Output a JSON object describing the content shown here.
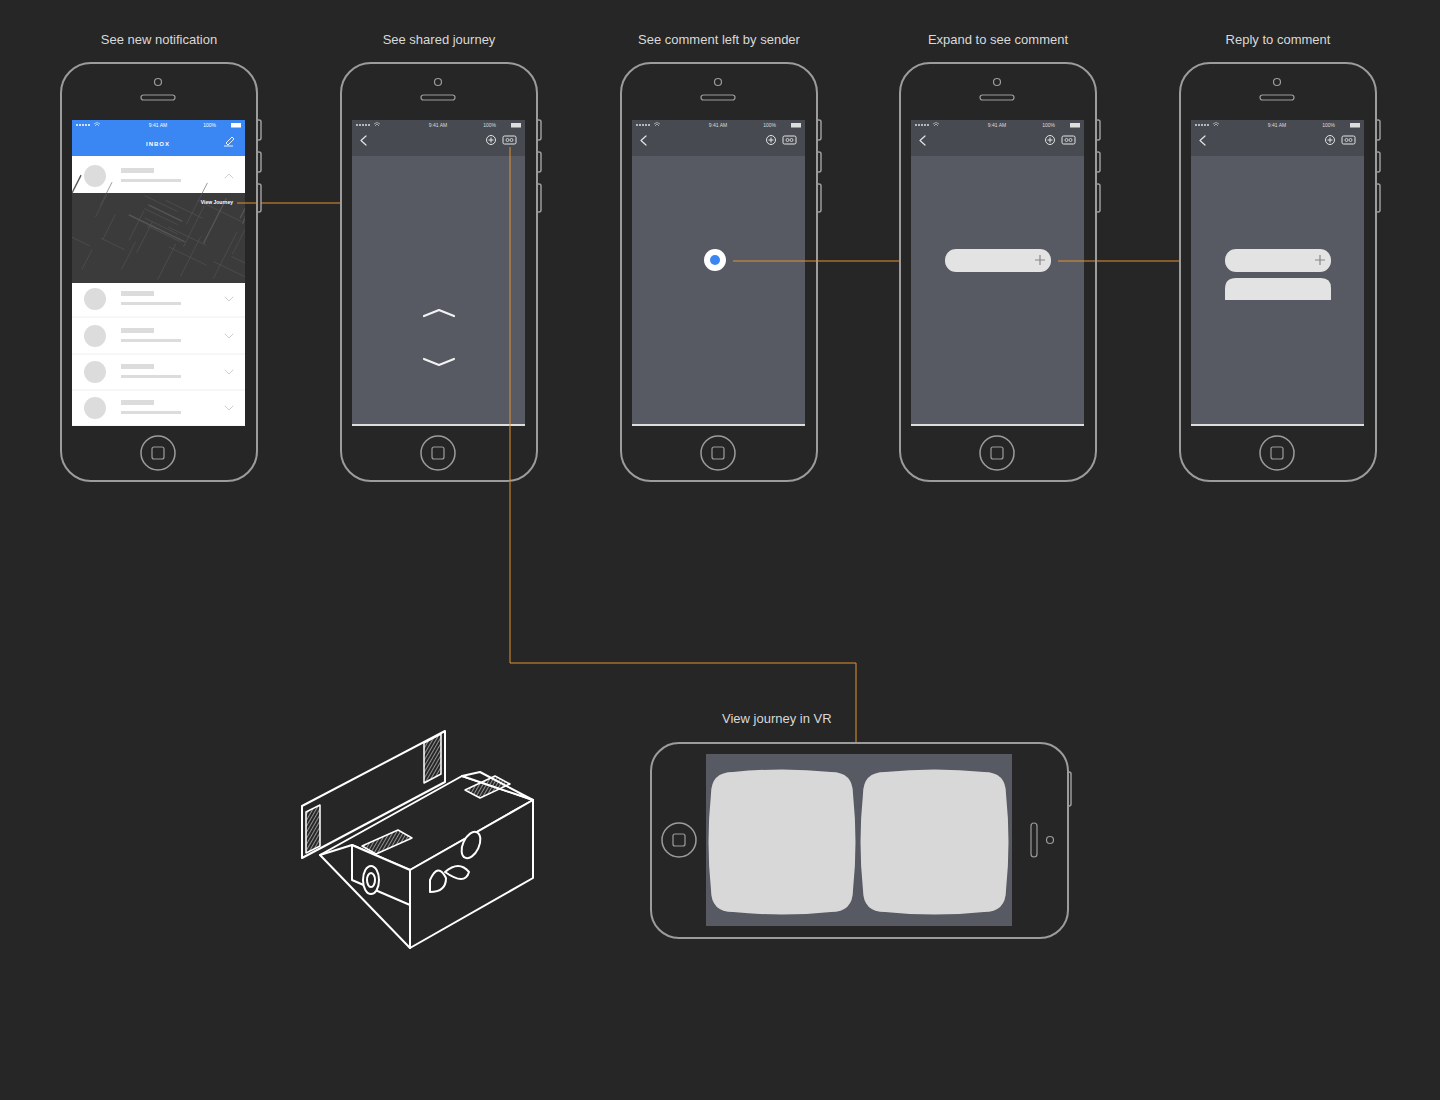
{
  "diagram": {
    "nodes": [
      {
        "text": [
          "See new notification",
          "9:41 AM",
          "100%",
          "INBOX",
          "View Journey"
        ]
      },
      {
        "text": [
          "See shared journey",
          "9:41 AM",
          "100%"
        ]
      },
      {
        "text": [
          "See comment left by sender",
          "9:41 AM",
          "100%"
        ]
      },
      {
        "text": [
          "Expand to see comment",
          "9:41 AM",
          "100%"
        ]
      },
      {
        "text": [
          "Reply to comment",
          "9:41 AM",
          "100%"
        ]
      },
      {
        "text": [
          "View journey in VR"
        ]
      }
    ],
    "edges": [
      {
        "from": 0,
        "to": 1,
        "arrow": "none"
      },
      {
        "from": 1,
        "to": 5,
        "arrow": "none"
      },
      {
        "from": 2,
        "to": 3,
        "arrow": "none"
      },
      {
        "from": 3,
        "to": 4,
        "arrow": "none"
      }
    ]
  }
}
